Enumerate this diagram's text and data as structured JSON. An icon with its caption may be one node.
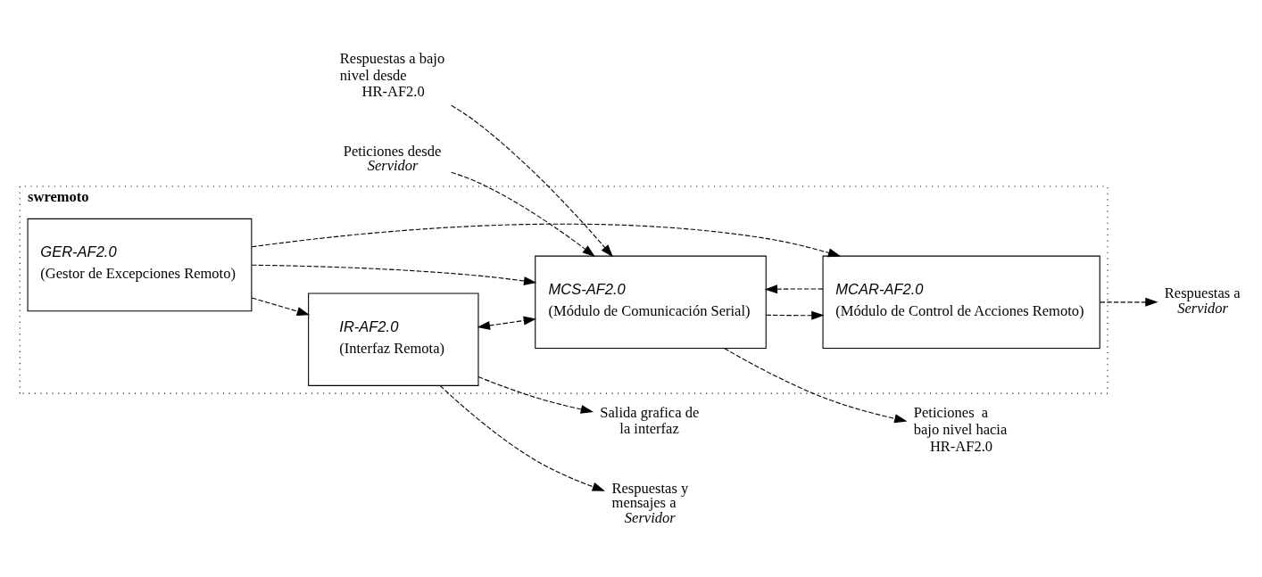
{
  "diagram": {
    "nodes": [
      {
        "text": [
          "swremoto"
        ]
      },
      {
        "text": [
          "IR-AF2.0",
          "(Interfaz Remota)"
        ],
        "in": 0
      },
      {
        "text": [
          "MCAR-AF2.0",
          "(Módulo de Control de Acciones Remoto)"
        ],
        "in": 0
      },
      {
        "text": [
          "GER-AF2.0",
          "(Gestor de Excepciones Remoto)"
        ],
        "in": 0
      },
      {
        "text": [
          "MCS-AF2.0",
          "(Módulo de Comunicación Serial)"
        ],
        "in": 0
      },
      {
        "text": [
          "Salida grafica de la interfaz"
        ]
      },
      {
        "text": [
          "Respuestas y mensajes a *Servidor*"
        ]
      },
      {
        "text": [
          "Respuestas a *Servidor*"
        ]
      },
      {
        "text": [
          "Peticiones  a bajo nivel hacia HR-AF2.0"
        ]
      },
      {
        "text": [
          "Respuestas a bajo nivel desde HR-AF2.0"
        ]
      },
      {
        "text": [
          "Peticiones desde *Servidor*"
        ]
      }
    ],
    "edges": [
      {
        "from": 1,
        "to": 5,
        "arrow": "to",
        "style": "dashed"
      },
      {
        "from": 1,
        "to": 6,
        "arrow": "to",
        "style": "dashed"
      },
      {
        "from": 3,
        "to": 1,
        "arrow": "to",
        "style": "dashed"
      },
      {
        "from": 1,
        "to": 4,
        "arrow": "both",
        "style": "dashed"
      },
      {
        "from": 3,
        "to": 2,
        "arrow": "to",
        "style": "dashed"
      },
      {
        "from": 3,
        "to": 4,
        "arrow": "to",
        "style": "dashed"
      },
      {
        "from": 2,
        "to": 7,
        "arrow": "to",
        "style": "dashed"
      },
      {
        "from": 4,
        "to": 2,
        "arrow": "to",
        "style": "dashed"
      },
      {
        "from": 2,
        "to": 4,
        "arrow": "to",
        "style": "dashed"
      },
      {
        "from": 4,
        "to": 8,
        "arrow": "to",
        "style": "dashed"
      },
      {
        "from": 9,
        "to": 4,
        "arrow": "to",
        "style": "dashed"
      },
      {
        "from": 10,
        "to": 4,
        "arrow": "to",
        "style": "dashed"
      }
    ]
  }
}
